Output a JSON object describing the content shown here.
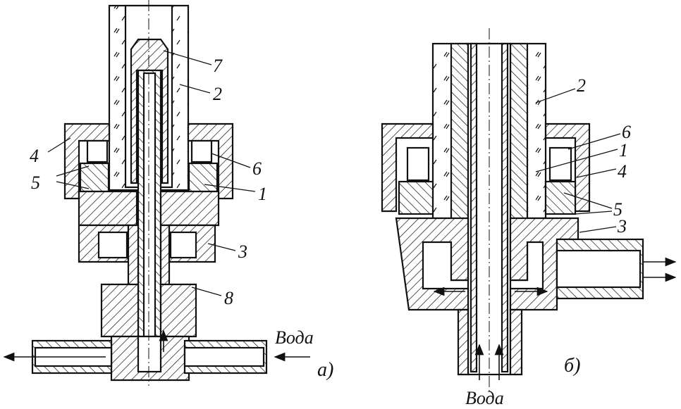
{
  "figure": {
    "left": {
      "caption": "а)",
      "water_label": "Вода",
      "callouts": [
        "7",
        "2",
        "4",
        "6",
        "5",
        "1",
        "3",
        "8"
      ]
    },
    "right": {
      "caption": "б)",
      "water_label": "Вода",
      "callouts": [
        "2",
        "6",
        "1",
        "4",
        "5",
        "3"
      ]
    }
  }
}
